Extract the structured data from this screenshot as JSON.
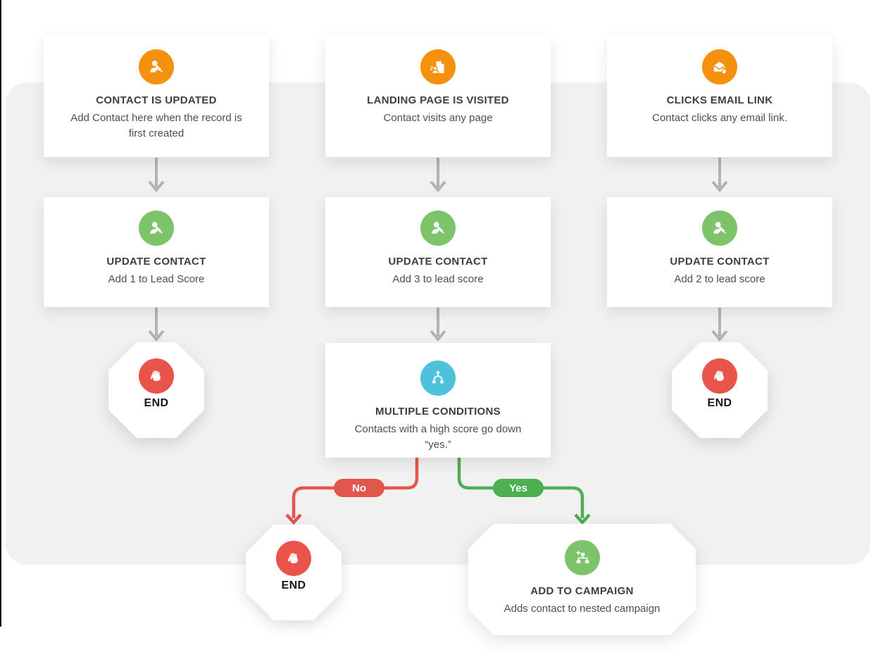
{
  "diagram": {
    "nodes": {
      "trigger_contact_updated": {
        "title": "CONTACT IS UPDATED",
        "subtitle": "Add Contact here when the record is first created",
        "icon": "contact-edit-icon",
        "color": "#F6910E"
      },
      "trigger_landing_page": {
        "title": "LANDING PAGE IS VISITED",
        "subtitle": "Contact visits any page",
        "icon": "page-visit-icon",
        "color": "#F6910E"
      },
      "trigger_email_link": {
        "title": "CLICKS EMAIL LINK",
        "subtitle": "Contact clicks any email link.",
        "icon": "email-click-icon",
        "color": "#F6910E"
      },
      "action_update_contact_1": {
        "title": "UPDATE CONTACT",
        "subtitle": "Add 1 to Lead Score",
        "icon": "contact-edit-icon",
        "color": "#7CC36A"
      },
      "action_update_contact_2": {
        "title": "UPDATE CONTACT",
        "subtitle": "Add 3 to lead score",
        "icon": "contact-edit-icon",
        "color": "#7CC36A"
      },
      "action_update_contact_3": {
        "title": "UPDATE CONTACT",
        "subtitle": "Add 2 to lead score",
        "icon": "contact-edit-icon",
        "color": "#7CC36A"
      },
      "condition_multiple": {
        "title": "MULTIPLE CONDITIONS",
        "subtitle": "Contacts with a high score go down “yes.”",
        "icon": "branch-icon",
        "color": "#4EC2DB"
      },
      "add_to_campaign": {
        "title": "ADD TO CAMPAIGN",
        "subtitle": "Adds contact to nested campaign",
        "icon": "org-chart-add-icon",
        "color": "#7CC36A"
      },
      "end": {
        "label": "END",
        "icon": "stop-hand-icon",
        "color": "#E8544A"
      }
    },
    "branches": {
      "no": {
        "label": "No",
        "color": "#E2574C"
      },
      "yes": {
        "label": "Yes",
        "color": "#4CAF50"
      }
    },
    "connector_color": "#B3B3B3"
  }
}
